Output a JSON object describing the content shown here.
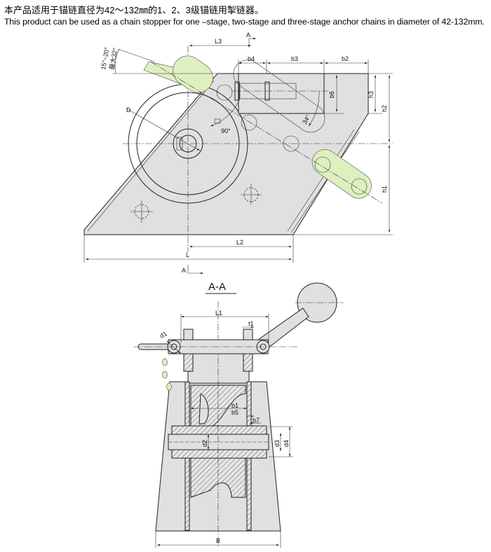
{
  "caption": {
    "chinese": "本产品适用于锚链直径为42～132㎜的1、2、3级锚链用掣链器。",
    "english": "This product can be used as a chain stopper for one –stage, two-stage and three-stage anchor chains in diameter of 42-132mm."
  },
  "top_view": {
    "angle_range": "15°~20°",
    "max_angle": "最大32°",
    "dims": {
      "L3": "L3",
      "b4": "b4",
      "b3": "b3",
      "b2": "b2",
      "b6": "b6",
      "h3": "h3",
      "h2": "h2",
      "h1": "h1",
      "L2": "L2",
      "L": "L",
      "D": "D",
      "a90": "90°",
      "a34": "34°"
    },
    "section_mark": "A"
  },
  "section_view": {
    "title": "A-A",
    "dims": {
      "L1": "L1",
      "t1": "t1",
      "d1": "d1",
      "b1": "b1",
      "b5": "b5",
      "b7": "b7",
      "d2": "d2",
      "d3": "d3",
      "d4": "d4",
      "B": "B"
    }
  },
  "colors": {
    "body": "#e0e0e0",
    "chain_highlight": "#dff0c0"
  }
}
